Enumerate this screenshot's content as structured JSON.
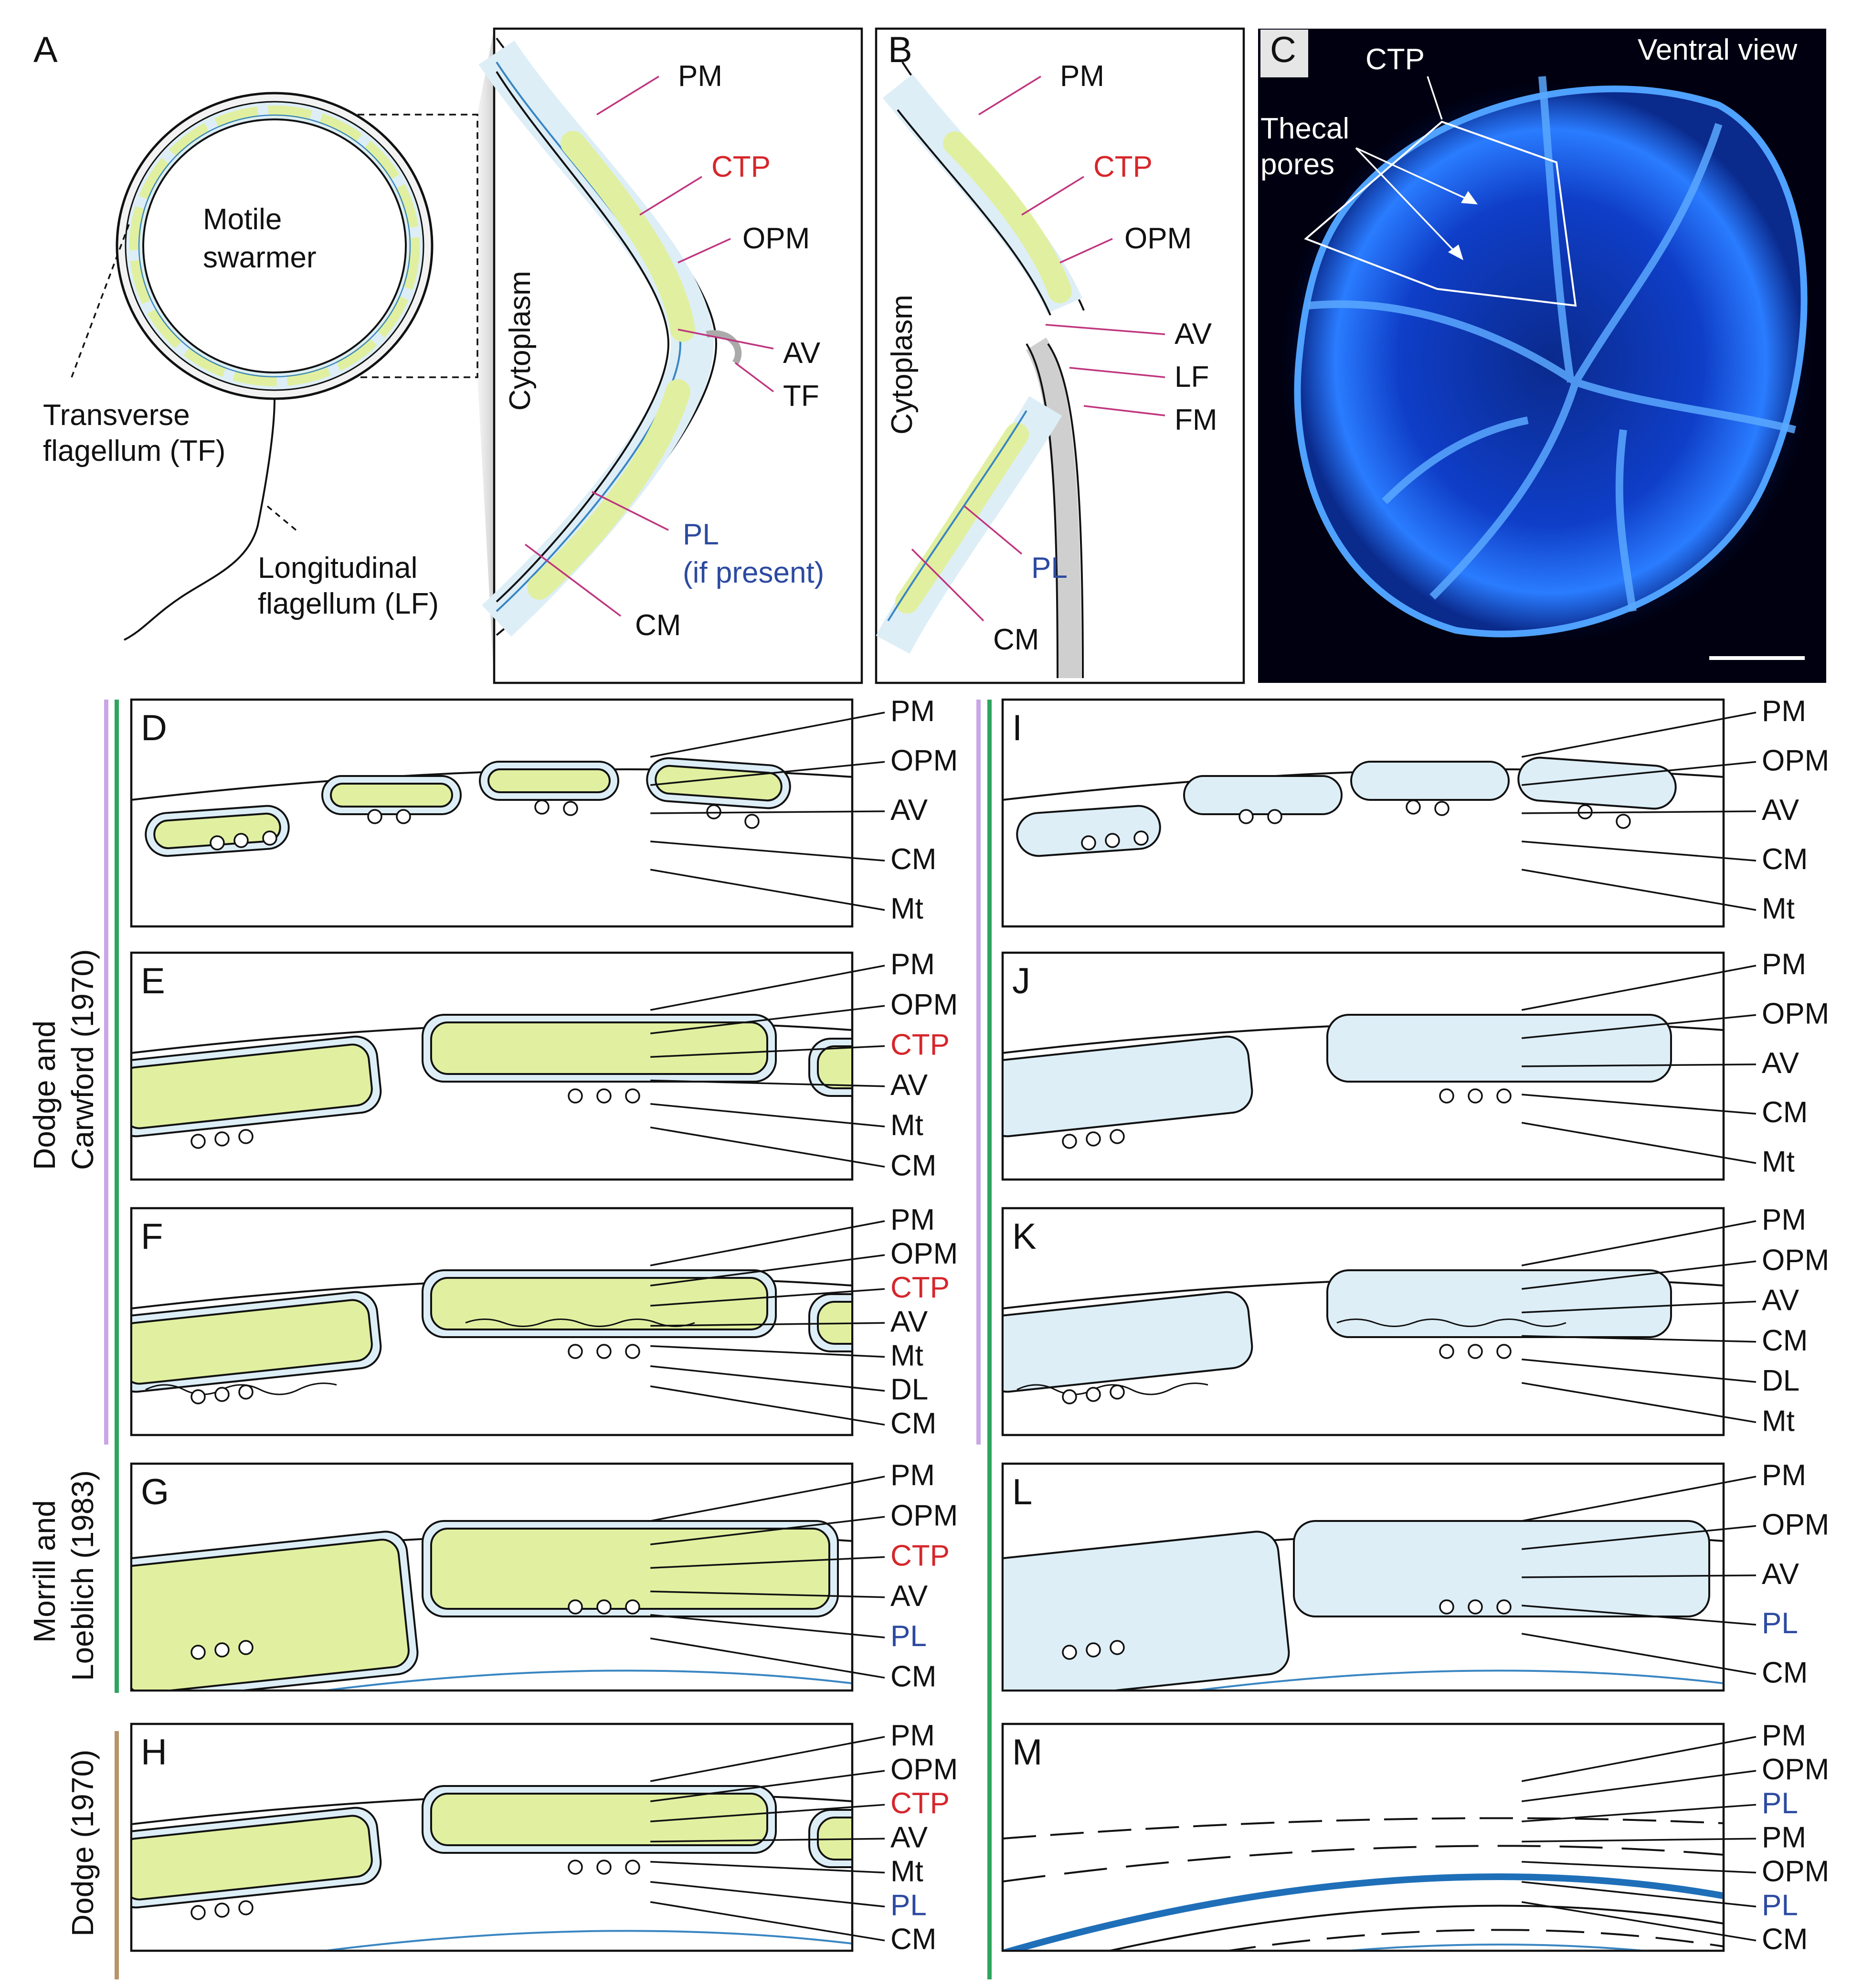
{
  "colors": {
    "ctp_fill": "#e1f0a0",
    "alveolus_fill": "#ddeef7",
    "pellicle_line": "#3a86c2",
    "leader_magenta": "#c0357e",
    "label_red": "#d6262b",
    "label_blue": "#2c4aa0",
    "bar_purple": "#c9a6e6",
    "bar_green": "#2ea55f",
    "bar_tan": "#b8946a",
    "fluorescence_blue": "#1a6cff"
  },
  "panels": {
    "A": {
      "letter": "A",
      "cell": "Motile",
      "cell2": "swarmer",
      "tf": "Transverse",
      "tf2": "flagellum (TF)",
      "lf": "Longitudinal",
      "lf2": "flagellum (LF)"
    },
    "A_zoom": {
      "cytoplasm": "Cytoplasm",
      "pm": "PM",
      "ctp": "CTP",
      "opm": "OPM",
      "av": "AV",
      "tf": "TF",
      "pl": "PL",
      "pl_note": "(if present)",
      "cm": "CM"
    },
    "B": {
      "letter": "B",
      "cytoplasm": "Cytoplasm",
      "pm": "PM",
      "ctp": "CTP",
      "opm": "OPM",
      "av": "AV",
      "lf": "LF",
      "fm": "FM",
      "pl": "PL",
      "cm": "CM"
    },
    "C": {
      "letter": "C",
      "view": "Ventral view",
      "ctp": "CTP",
      "pores": "Thecal",
      "pores2": "pores"
    },
    "D": {
      "letter": "D",
      "labels": [
        "PM",
        "OPM",
        "AV",
        "CM",
        "Mt"
      ]
    },
    "E": {
      "letter": "E",
      "labels": [
        "PM",
        "OPM",
        "CTP",
        "AV",
        "Mt",
        "CM"
      ]
    },
    "F": {
      "letter": "F",
      "labels": [
        "PM",
        "OPM",
        "CTP",
        "AV",
        "Mt",
        "DL",
        "CM"
      ]
    },
    "G": {
      "letter": "G",
      "labels": [
        "PM",
        "OPM",
        "CTP",
        "AV",
        "PL",
        "CM"
      ]
    },
    "H": {
      "letter": "H",
      "labels": [
        "PM",
        "OPM",
        "CTP",
        "AV",
        "Mt",
        "PL",
        "CM"
      ]
    },
    "I": {
      "letter": "I",
      "labels": [
        "PM",
        "OPM",
        "AV",
        "CM",
        "Mt"
      ]
    },
    "J": {
      "letter": "J",
      "labels": [
        "PM",
        "OPM",
        "AV",
        "CM",
        "Mt"
      ]
    },
    "K": {
      "letter": "K",
      "labels": [
        "PM",
        "OPM",
        "AV",
        "CM",
        "DL",
        "Mt"
      ]
    },
    "L": {
      "letter": "L",
      "labels": [
        "PM",
        "OPM",
        "AV",
        "PL",
        "CM"
      ]
    },
    "M": {
      "letter": "M",
      "labels": [
        "PM",
        "OPM",
        "PL",
        "PM",
        "OPM",
        "PL",
        "CM"
      ]
    }
  },
  "groups": {
    "dodge_carwford": {
      "line1": "Dodge and",
      "line2": "Carwford (1970)"
    },
    "morrill_loeblich": {
      "line1": "Morrill and",
      "line2": "Loeblich (1983)"
    },
    "dodge": {
      "line1": "Dodge (1970)"
    }
  }
}
